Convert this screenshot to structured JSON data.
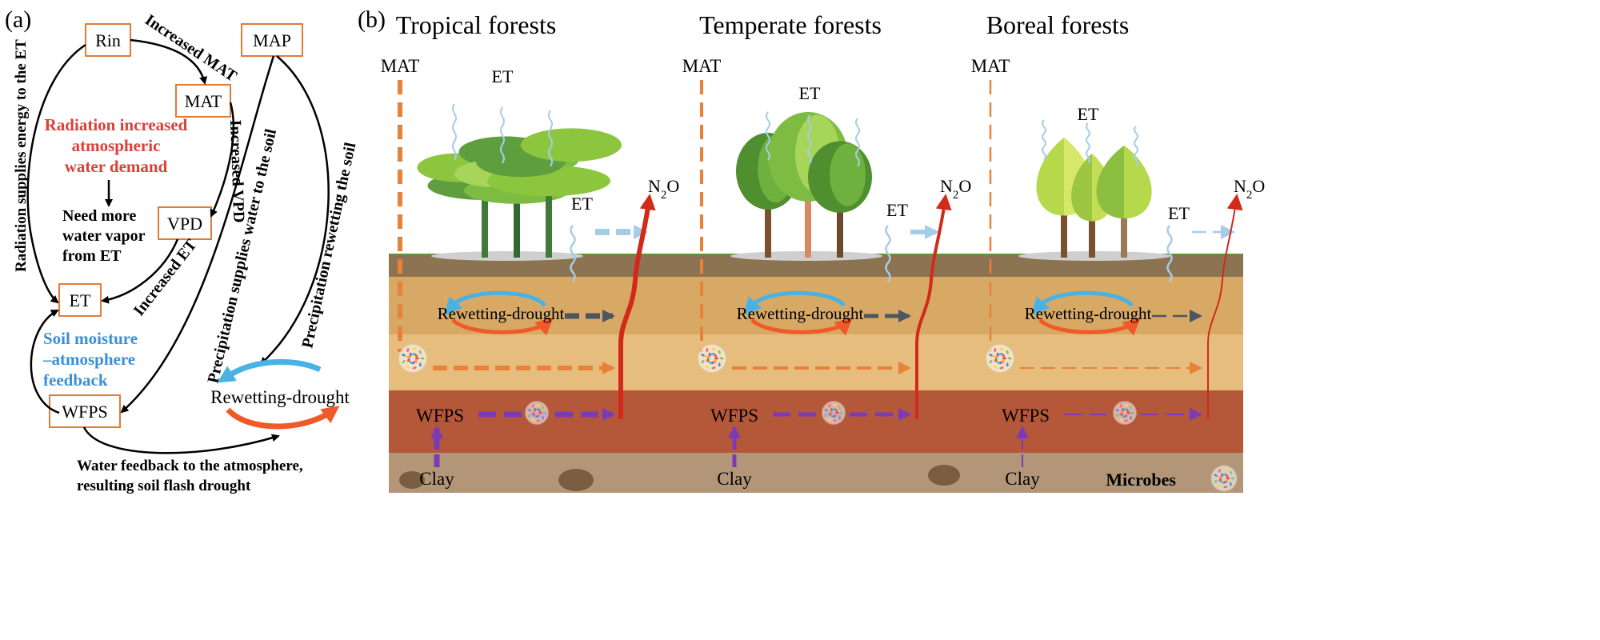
{
  "panel_a": {
    "label": "(a)",
    "boxes": {
      "rin": "Rin",
      "map": "MAP",
      "mat": "MAT",
      "vpd": "VPD",
      "et": "ET",
      "wfps": "WFPS"
    },
    "rewetting_label": "Rewetting-drought",
    "arrow_labels": {
      "increased_mat": "Increased MAT",
      "increased_vpd": "Increased VPD",
      "increased_et": "Increased ET",
      "radiation_supplies": "Radiation supplies energy to the ET",
      "precip_supplies": "Precipitation supplies water to the soil",
      "precip_rewetting": "Precipitation rewetting the soil"
    },
    "radiation_text": [
      "Radiation increased",
      "atmospheric",
      "water demand"
    ],
    "need_text": [
      "Need more",
      "water vapor",
      "from ET"
    ],
    "feedback_text": [
      "Soil moisture",
      "–atmosphere",
      "feedback"
    ],
    "bottom_text": [
      "Water feedback to the atmosphere,",
      "resulting soil flash drought"
    ],
    "colors": {
      "box_border": "#e07b39",
      "red_text": "#d9413a",
      "blue_text": "#3a8fd6"
    }
  },
  "panel_b": {
    "label": "(b)",
    "forests": [
      {
        "title": "Tropical forests",
        "mat": "MAT",
        "et_top": "ET",
        "et_side": "ET",
        "n2o": "N",
        "n2o_sub": "2",
        "n2o_end": "O",
        "rewetting": "Rewetting-drought",
        "wfps": "WFPS",
        "clay": "Clay"
      },
      {
        "title": "Temperate forests",
        "mat": "MAT",
        "et_top": "ET",
        "et_side": "ET",
        "n2o": "N",
        "n2o_sub": "2",
        "n2o_end": "O",
        "rewetting": "Rewetting-drought",
        "wfps": "WFPS",
        "clay": "Clay"
      },
      {
        "title": "Boreal forests",
        "mat": "MAT",
        "et_top": "ET",
        "et_side": "ET",
        "n2o": "N",
        "n2o_sub": "2",
        "n2o_end": "O",
        "rewetting": "Rewetting-drought",
        "wfps": "WFPS",
        "clay": "Clay"
      }
    ],
    "microbes_label": "Microbes",
    "colors": {
      "soil_top": "#8c7351",
      "soil_light": "#dcae6c",
      "soil_mid": "#e3b877",
      "soil_red": "#b3593a",
      "soil_bottom": "#b49779",
      "orange": "#e8823a",
      "purple": "#7b3bb5",
      "red": "#d22a1a",
      "lightblue": "#a6cde8",
      "darkgray": "#4d5560"
    }
  }
}
